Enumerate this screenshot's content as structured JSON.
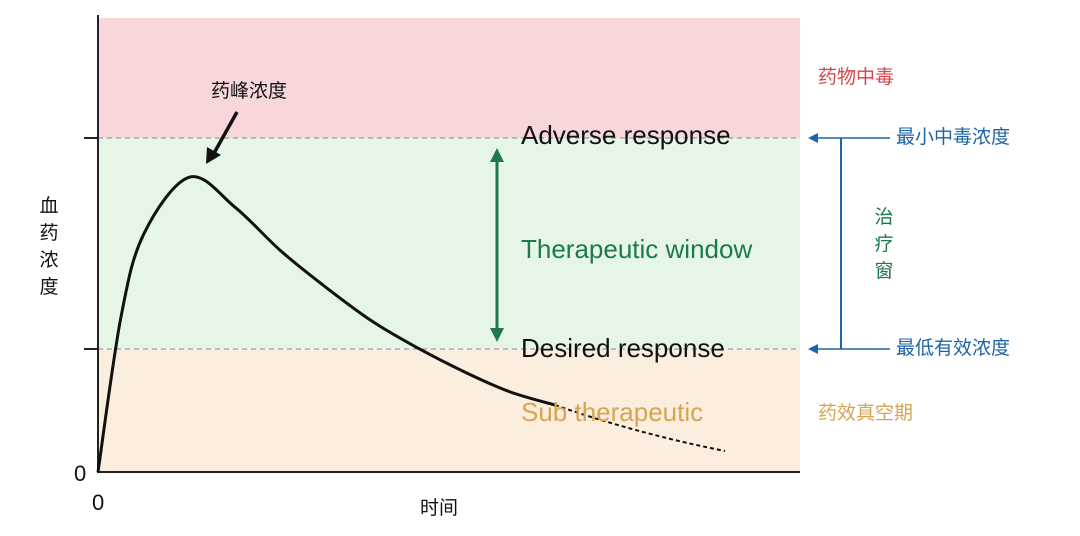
{
  "chart_data": {
    "type": "line",
    "title": "",
    "xlabel": "时间",
    "ylabel": "血药浓度",
    "x_ticks": [
      "0"
    ],
    "y_ticks": [
      "0"
    ],
    "grid": false,
    "series": [
      {
        "x": [
          0,
          0.5,
          1,
          2,
          3,
          4,
          5,
          6,
          7,
          8,
          9,
          10
        ],
        "y": [
          0,
          0.46,
          0.71,
          0.88,
          0.79,
          0.66,
          0.55,
          0.45,
          0.37,
          0.3,
          0.24,
          0.2
        ]
      }
    ],
    "annotations": {
      "peak": "药峰浓度",
      "toxic_zone": "药物中毒",
      "sub_zone": "药效真空期",
      "adverse": "Adverse response",
      "window": "Therapeutic window",
      "desired": "Desired response",
      "sub_therapeutic": "Sub therapeutic",
      "mtc": "最小中毒浓度",
      "mec": "最低有效浓度",
      "window_cn": "治疗窗"
    },
    "colors": {
      "toxic_zone": "#f7d7d9",
      "therapeutic_zone": "#e6f6e6",
      "sub_zone": "#fbeede",
      "toxic_text": "#d8424a",
      "window_text": "#1c7a4c",
      "sub_text": "#d7a44f",
      "conc_text": "#1e64a8",
      "curve": "#111111"
    }
  }
}
